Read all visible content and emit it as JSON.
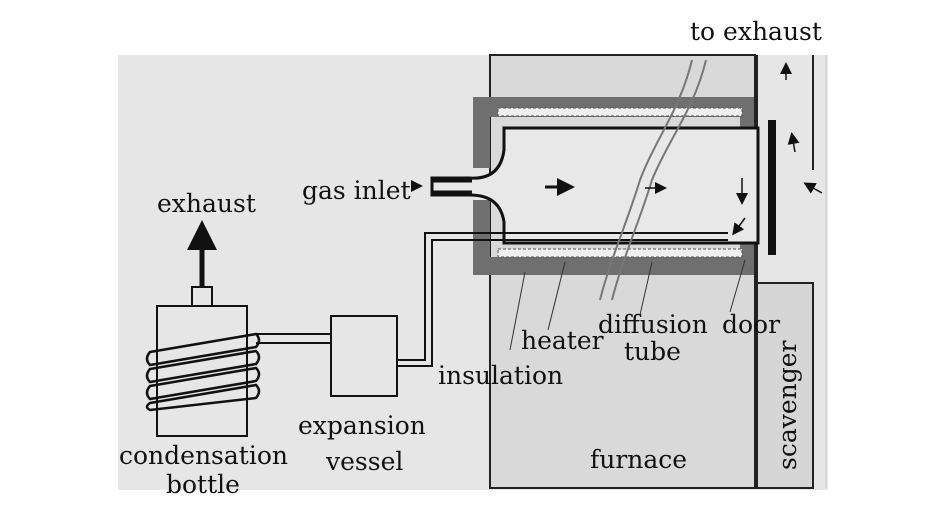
{
  "labels": {
    "to_exhaust": "to exhaust",
    "exhaust": "exhaust",
    "gas_inlet": "gas inlet",
    "heater": "heater",
    "diffusion": "diffusion",
    "tube": "tube",
    "door": "door",
    "insulation": "insulation",
    "scavenger": "scavenger",
    "expansion": "expansion",
    "vessel": "vessel",
    "condensation": "condensation",
    "bottle": "bottle",
    "furnace": "furnace"
  },
  "colors": {
    "background_panel": "#e6e6e6",
    "furnace_fill": "#d9d9d9",
    "insulation": "#6f6f6f",
    "line": "#111111"
  }
}
